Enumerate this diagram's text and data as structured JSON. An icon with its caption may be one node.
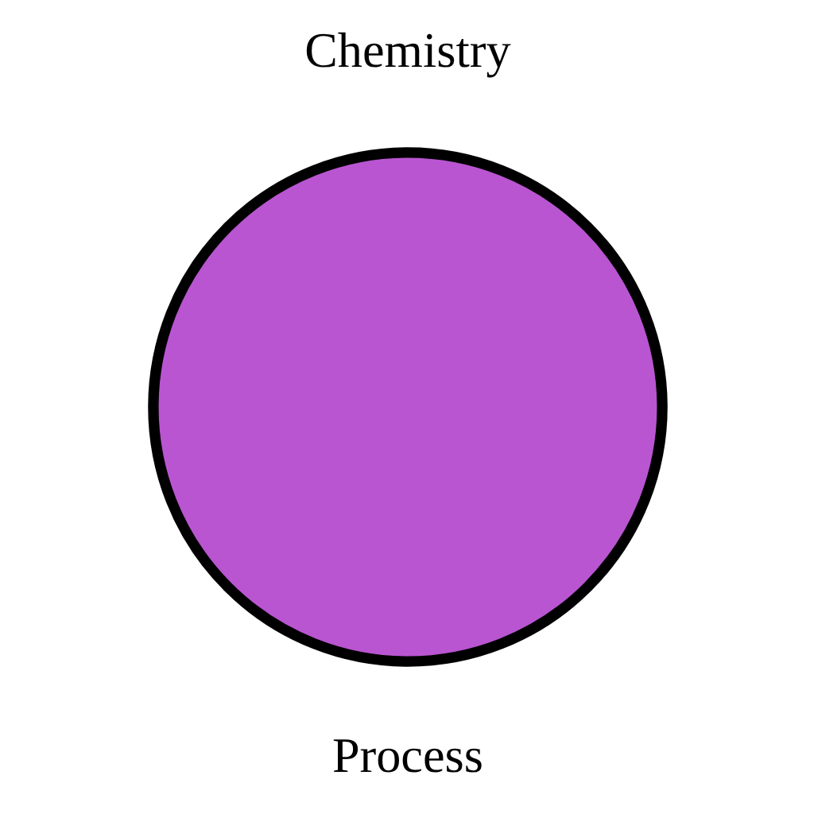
{
  "diagram": {
    "nodes": [
      {
        "text": [],
        "shape": "circle"
      }
    ],
    "labels": [
      "Chemistry",
      "Process"
    ]
  }
}
